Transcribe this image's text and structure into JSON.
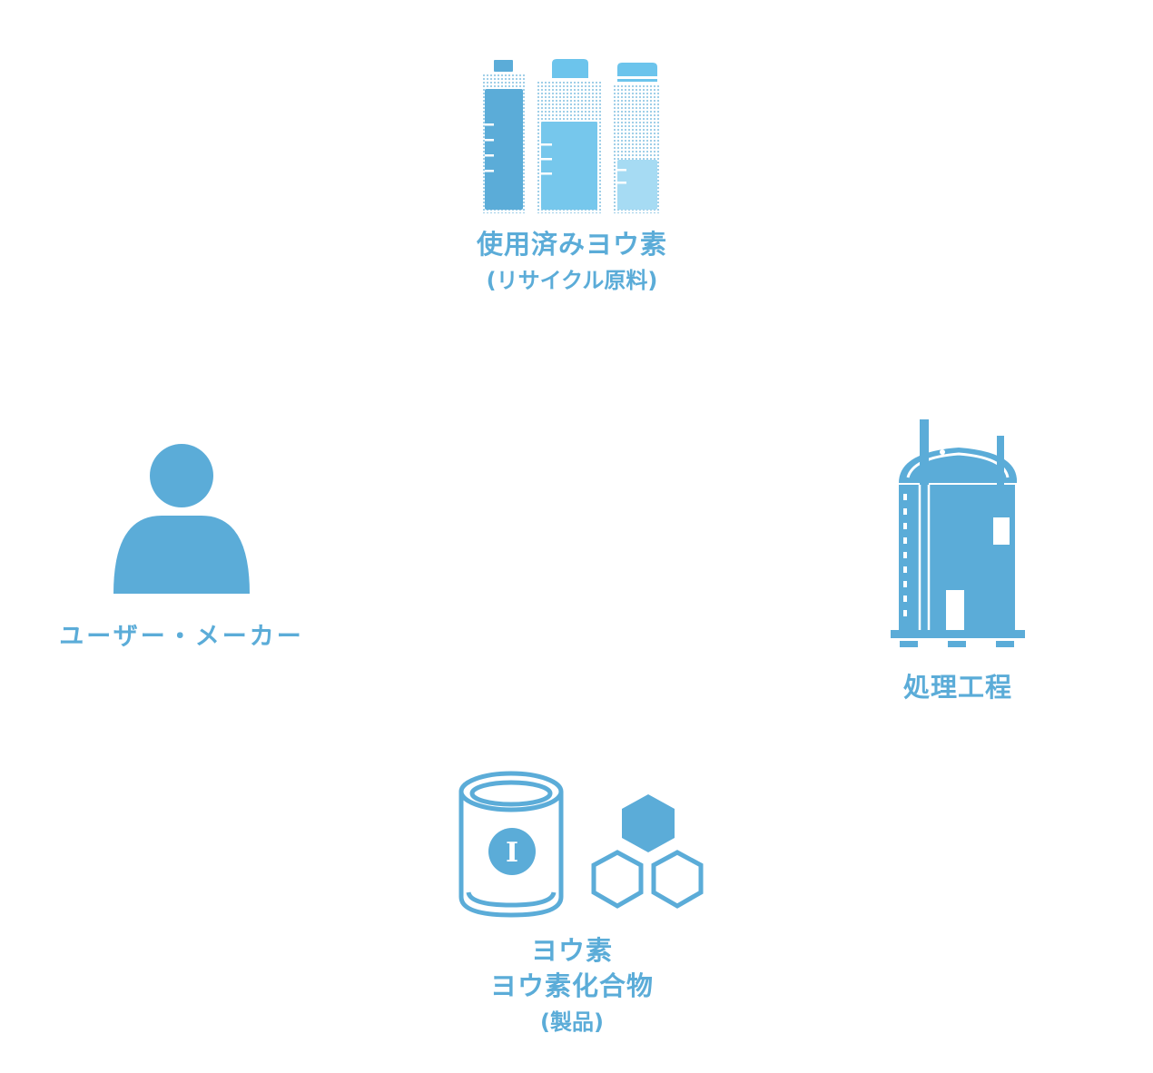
{
  "colors": {
    "primary": "#5BACD8",
    "mid": "#76C7EC",
    "light": "#B9E2F5"
  },
  "nodes": {
    "recycle_source": {
      "icon": "bottles-icon",
      "title": "使用済みヨウ素",
      "subtitle": "(リサイクル原料)"
    },
    "processing": {
      "icon": "factory-tank-icon",
      "title": "処理工程"
    },
    "product": {
      "icon": "iodine-can-and-crystals-icon",
      "line1": "ヨウ素",
      "line2": "ヨウ素化合物",
      "line3": "(製品)",
      "can_symbol": "I"
    },
    "user": {
      "icon": "person-icon",
      "title": "ユーザー・メーカー"
    }
  }
}
